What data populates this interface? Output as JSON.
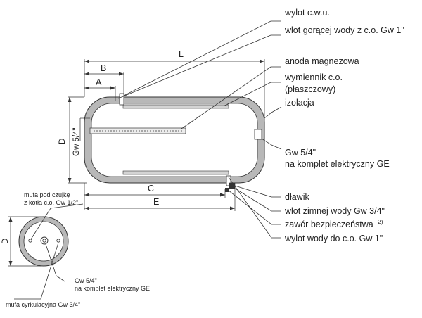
{
  "labels": {
    "cwu_outlet": "wylot c.w.u.",
    "hot_water_inlet": "wlot gorącej wody z c.o. Gw 1\"",
    "magnesium_anode": "anoda magnezowa",
    "exchanger_line1": "wymiennik c.o.",
    "exchanger_line2": "(płaszczowy)",
    "insulation": "izolacja",
    "heater_port_line1": "Gw 5/4\"",
    "heater_port_line2": "na komplet elektryczny GE",
    "throttle": "dławik",
    "cold_water_inlet": "wlot zimnej wody Gw 3/4\"",
    "safety_valve": "zawór bezpieczeństwa",
    "safety_valve_note": "2)",
    "co_outlet": "wylot wody do c.o. Gw 1\""
  },
  "dimensions": {
    "L": "L",
    "B": "B",
    "A": "A",
    "C": "C",
    "E": "E",
    "D_main": "D",
    "D_small": "D",
    "side_thread": "Gw 5/4\""
  },
  "small_view": {
    "sensor_sleeve_line1": "mufa pod czujkę",
    "sensor_sleeve_line2": "z kotła c.o. Gw 1/2\"",
    "heater_port_line1": "Gw 5/4\"",
    "heater_port_line2": "na komplet elektryczny GE",
    "circulation_sleeve": "mufa cyrkulacyjna Gw 3/4\""
  },
  "colors": {
    "line": "#333333",
    "tank_wall": "#b8b8b8",
    "background": "#ffffff"
  }
}
